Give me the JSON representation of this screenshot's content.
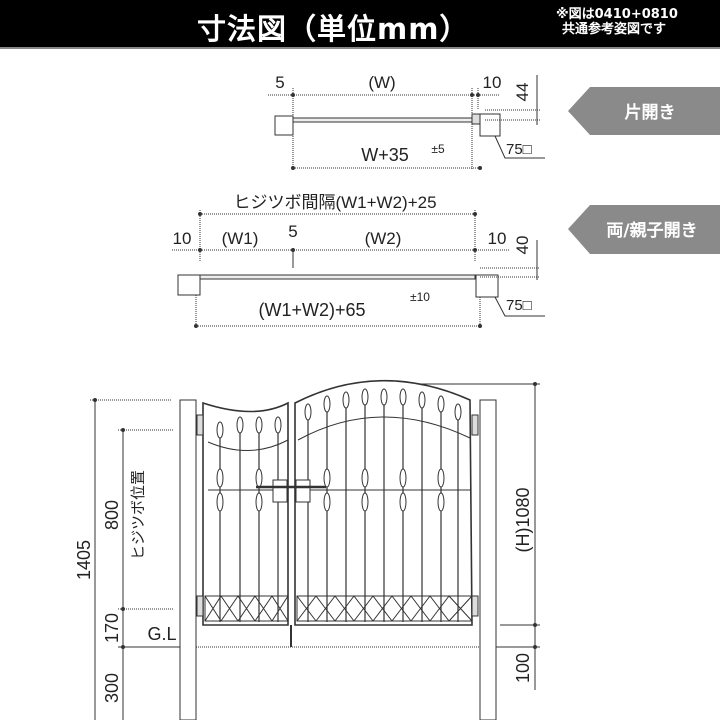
{
  "header": {
    "title": "寸法図（単位mm）",
    "note_line1": "※図は0410+0810",
    "note_line2": "共通参考姿図です"
  },
  "single_plan": {
    "tag": "片開き",
    "dim_left": "5",
    "dim_width": "(W)",
    "dim_right": "10",
    "dim_depth": "44",
    "overall": "W+35",
    "overall_tol": "±5",
    "post_size": "75□"
  },
  "double_plan": {
    "tag": "両/親子開き",
    "pivot_spacing": "ヒジツボ間隔(W1+W2)+25",
    "dim_left": "10",
    "dim_w1": "(W1)",
    "dim_center": "5",
    "dim_w2": "(W2)",
    "dim_right": "10",
    "dim_depth": "40",
    "overall": "(W1+W2)+65",
    "overall_tol": "±10",
    "post_size": "75□"
  },
  "elevation": {
    "total_height": "1405",
    "pivot_height": "800",
    "pivot_label": "ヒジツボ位置",
    "clearance": "170",
    "ground_label": "G.L",
    "embed": "300",
    "gate_height": "(H)1080",
    "bottom_gap": "100"
  }
}
